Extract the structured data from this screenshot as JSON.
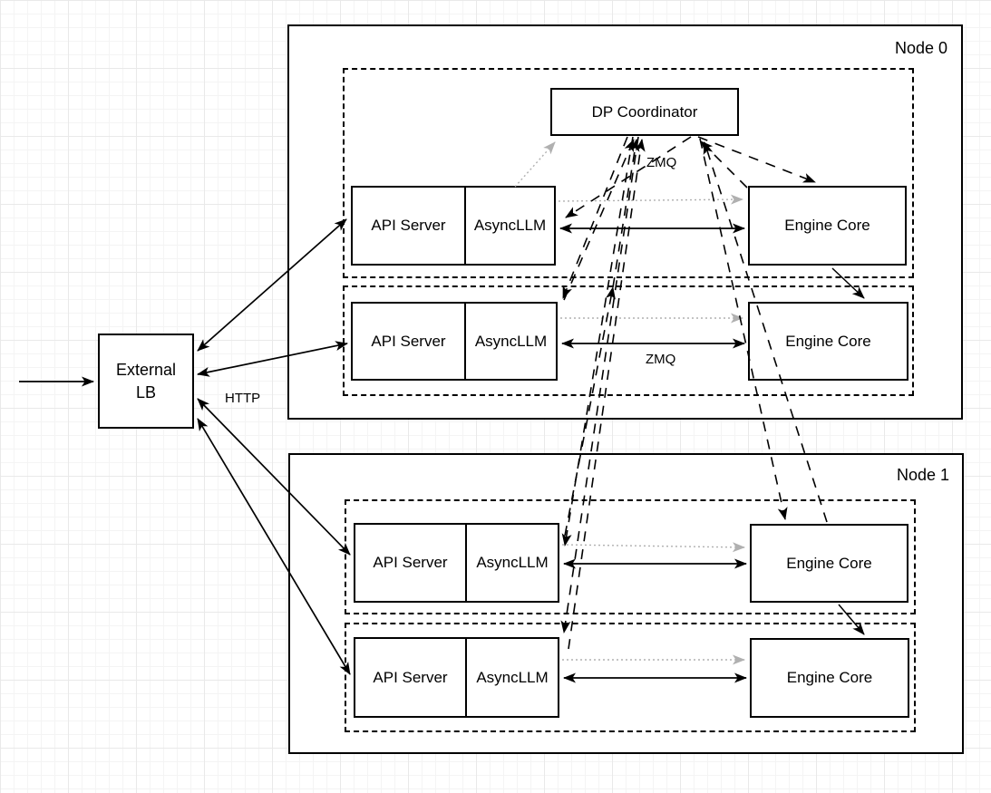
{
  "diagram": {
    "external_lb": {
      "line1": "External",
      "line2": "LB"
    },
    "coordinator": {
      "label": "DP Coordinator"
    },
    "labels": {
      "http": "HTTP",
      "zmq_top": "ZMQ",
      "zmq_row2": "ZMQ"
    },
    "node0": {
      "label": "Node 0",
      "rows": [
        {
          "api": "API Server",
          "async": "AsyncLLM",
          "engine": "Engine Core"
        },
        {
          "api": "API Server",
          "async": "AsyncLLM",
          "engine": "Engine Core"
        }
      ]
    },
    "node1": {
      "label": "Node 1",
      "rows": [
        {
          "api": "API Server",
          "async": "AsyncLLM",
          "engine": "Engine Core"
        },
        {
          "api": "API Server",
          "async": "AsyncLLM",
          "engine": "Engine Core"
        }
      ]
    },
    "colors": {
      "line": "#000000",
      "dotted_link": "#b0b0b0",
      "node_fill": "#ffffff"
    }
  }
}
